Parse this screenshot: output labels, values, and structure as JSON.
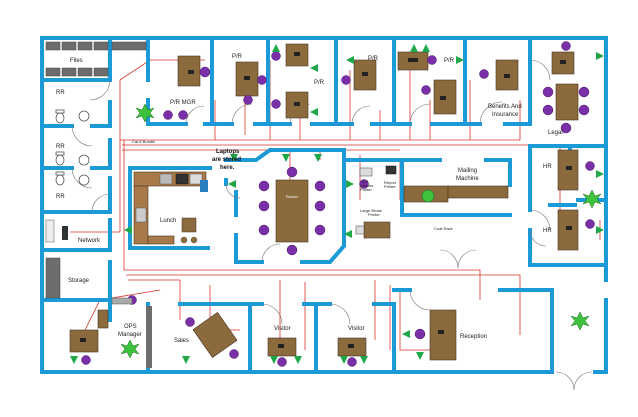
{
  "labels": {
    "files": "Files",
    "rr1": "RR",
    "rr2": "RR",
    "rr3": "RR",
    "network": "Network",
    "storage": "Storage",
    "pr_mgr": "P/R MGR",
    "pr1": "P/R",
    "pr2": "P/R",
    "pr3": "P/R",
    "pr4": "P/R",
    "benefits_line1": "Benefits And",
    "benefits_line2": "Insurance",
    "legal": "Legal",
    "hr1": "HR",
    "hr2": "HR",
    "laptops_line1": "Laptops",
    "laptops_line2": "are stored",
    "laptops_line3": "here.",
    "router": "Router",
    "cat6": "Cat 6 Bundle",
    "lunch": "Lunch",
    "ap_checks_line1": "A/P",
    "ap_checks_line2": "Checks",
    "ap_checks_line3": "Printer",
    "report_line1": "Report",
    "report_line2": "Printer",
    "large_printer_line1": "Large Brobe",
    "large_printer_line2": "Printer",
    "mailing_line1": "Mailing",
    "mailing_line2": "Machine",
    "coat_rack": "Coat Rack",
    "ops_line1": "OPS",
    "ops_line2": "Manager",
    "sales": "Sales",
    "visitor1": "Visitor",
    "visitor2": "Visitor",
    "reception": "Reception"
  },
  "colors": {
    "wall": "#1a9ad6",
    "desk": "#8b6a3e",
    "chair": "#7a2fa8",
    "cable": "#d9342b",
    "access_point": "#1fa84a",
    "cabinet": "#6d6d6d",
    "kitchen": "#a87a4a"
  }
}
